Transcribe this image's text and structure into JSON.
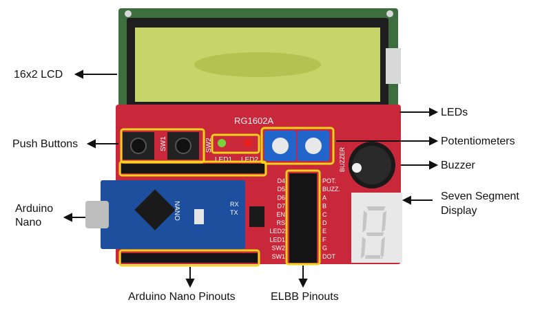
{
  "labels": {
    "lcd": "16x2 LCD",
    "leds": "LEDs",
    "push_buttons": "Push Buttons",
    "potentiometers": "Potentiometers",
    "buzzer": "Buzzer",
    "arduino_nano_line1": "Arduino",
    "arduino_nano_line2": "Nano",
    "seven_segment_line1": "Seven Segment",
    "seven_segment_line2": "Display",
    "arduino_nano_pinouts": "Arduino Nano Pinouts",
    "elbb_pinouts": "ELBB Pinouts"
  },
  "silkscreen": {
    "lcd_model": "RG1602A",
    "sw1": "SW1",
    "sw2": "SW2",
    "led1": "LED1",
    "led2": "LED2",
    "buzzer": "BUZZER",
    "nano": "NANO",
    "rx": "RX",
    "tx": "TX",
    "pin_labels": [
      "D4",
      "D5",
      "D6",
      "D7",
      "EN",
      "RS",
      "LED2",
      "LED1",
      "SW2",
      "SW1"
    ],
    "right_pin_labels": [
      "POT.",
      "BUZZ.",
      "A",
      "B",
      "C",
      "D",
      "E",
      "F",
      "G",
      "DOT"
    ]
  },
  "colors": {
    "board_red": "#c8283a",
    "nano_blue": "#1d4f9e",
    "lcd_green": "#c6d46a",
    "highlight": "#f2d31b",
    "pot_blue": "#2266cc"
  }
}
